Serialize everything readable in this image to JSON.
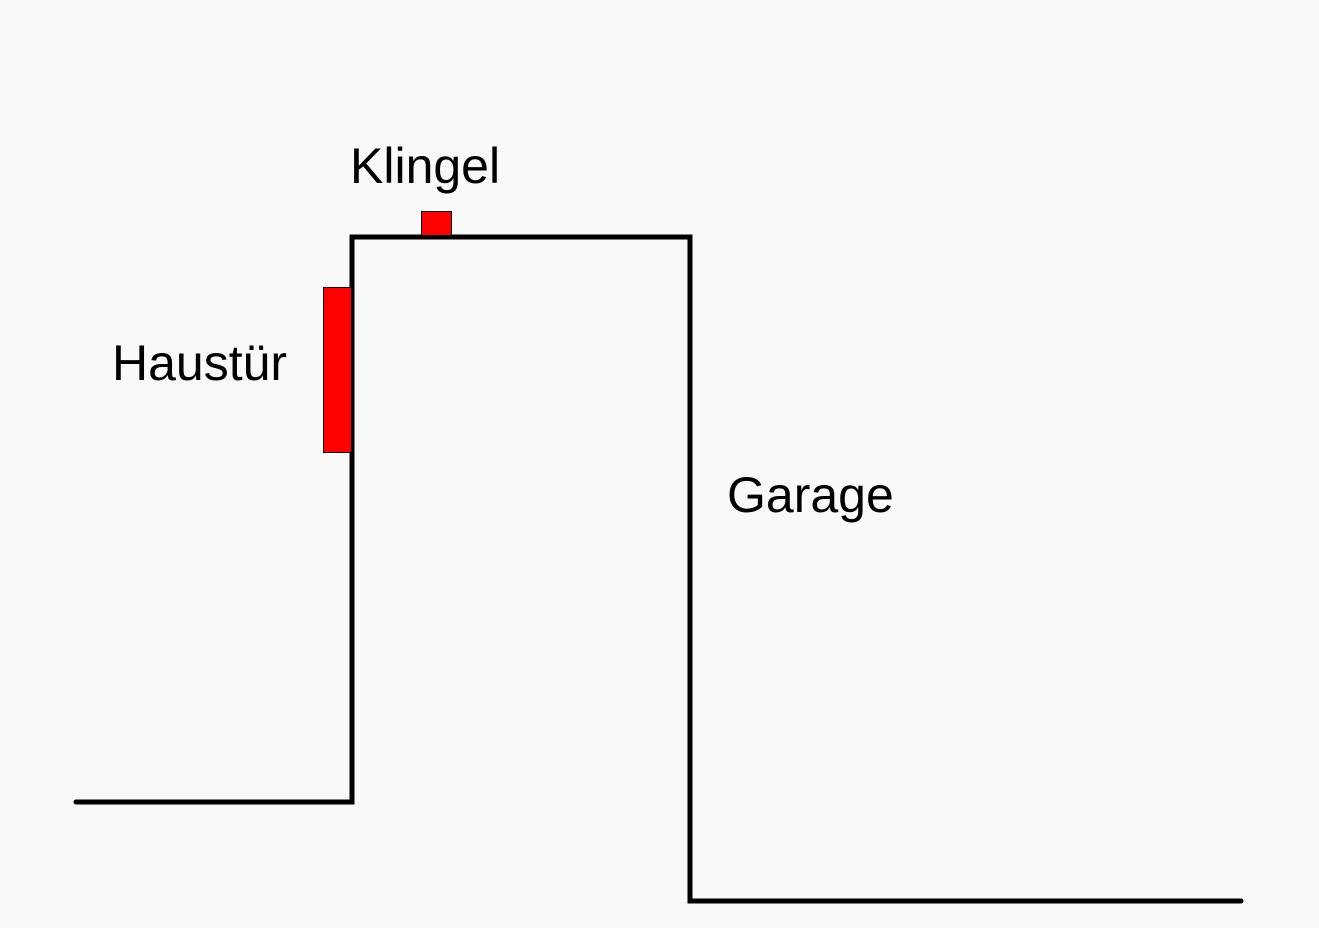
{
  "labels": {
    "doorbell": "Klingel",
    "front_door": "Haustür",
    "garage": "Garage"
  },
  "colors": {
    "background": "#f9f9f9",
    "wall": "#000000",
    "marker": "#ff0000"
  }
}
